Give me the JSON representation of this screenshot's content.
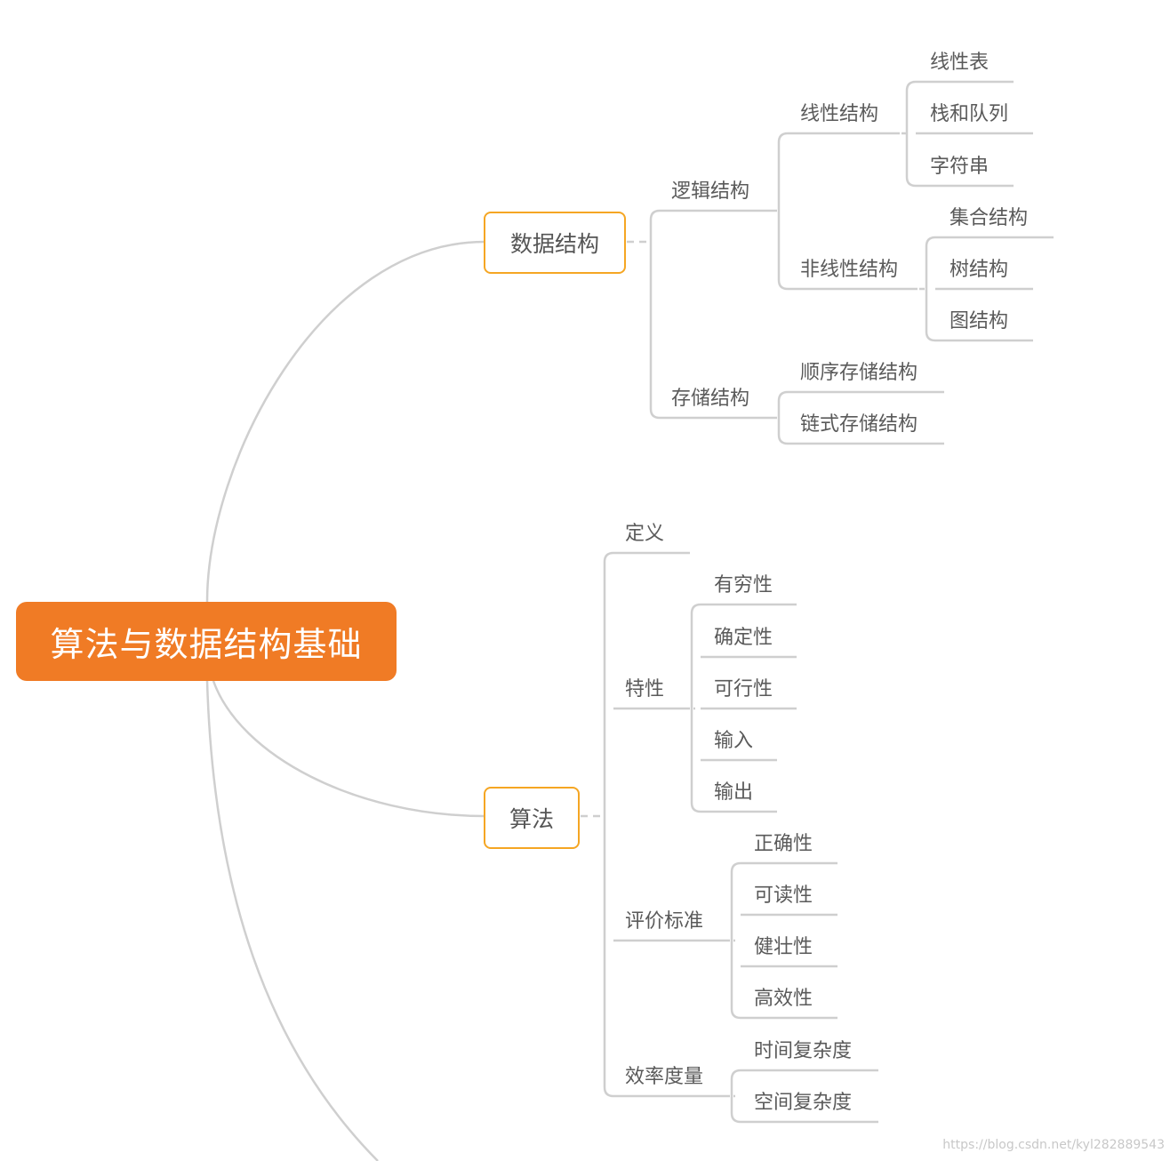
{
  "root": {
    "label": "算法与数据结构基础"
  },
  "branches": {
    "data_structure": {
      "label": "数据结构",
      "logical": {
        "label": "逻辑结构",
        "linear": {
          "label": "线性结构",
          "children": [
            "线性表",
            "栈和队列",
            "字符串"
          ]
        },
        "nonlinear": {
          "label": "非线性结构",
          "children": [
            "集合结构",
            "树结构",
            "图结构"
          ]
        }
      },
      "storage": {
        "label": "存储结构",
        "children": [
          "顺序存储结构",
          "链式存储结构"
        ]
      }
    },
    "algorithm": {
      "label": "算法",
      "definition": {
        "label": "定义"
      },
      "properties": {
        "label": "特性",
        "children": [
          "有穷性",
          "确定性",
          "可行性",
          "输入",
          "输出"
        ]
      },
      "criteria": {
        "label": "评价标准",
        "children": [
          "正确性",
          "可读性",
          "健壮性",
          "高效性"
        ]
      },
      "efficiency": {
        "label": "效率度量",
        "children": [
          "时间复杂度",
          "空间复杂度"
        ]
      }
    }
  },
  "watermark": "https://blog.csdn.net/kyl282889543",
  "colors": {
    "root_fill": "#f07b25",
    "main_border": "#f5a623",
    "line": "#cfcfcf",
    "text": "#5a5a5a"
  }
}
